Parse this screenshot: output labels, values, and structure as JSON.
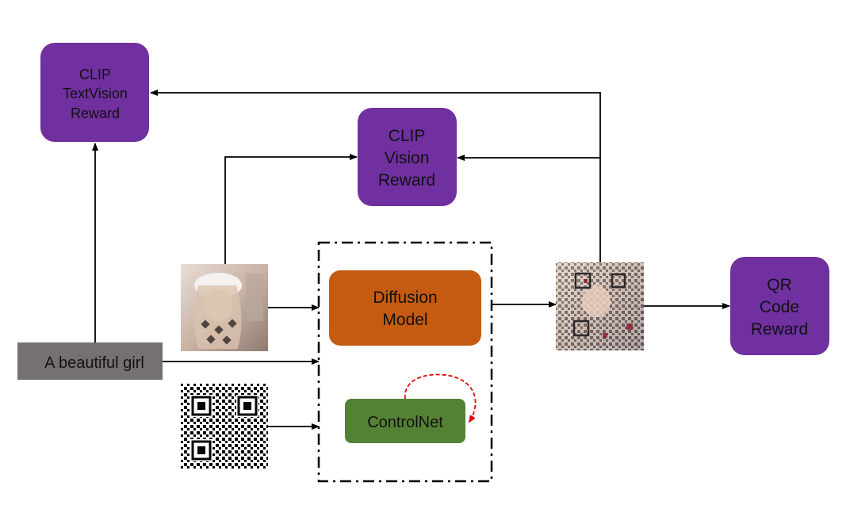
{
  "nodes": {
    "clip_textvision": {
      "lines": [
        "CLIP",
        "TextVision",
        "Reward"
      ]
    },
    "clip_vision": {
      "lines": [
        "CLIP",
        "Vision",
        "Reward"
      ]
    },
    "diffusion_model": {
      "lines": [
        "Diffusion",
        "Model"
      ]
    },
    "controlnet": {
      "label": "ControlNet"
    },
    "qr_reward": {
      "lines": [
        "QR",
        "Code",
        "Reward"
      ]
    },
    "prompt": {
      "label": "A beautiful girl"
    }
  },
  "images": {
    "input_image": "anime girl image (input)",
    "qr_code": "QR code image",
    "output_image": "QR-code artistic girl image (output)"
  },
  "colors": {
    "reward": "#7030a0",
    "diffusion": "#c55a11",
    "controlnet": "#548235",
    "prompt": "#767171",
    "feedback_loop": "#e00000",
    "arrow": "#000000"
  }
}
